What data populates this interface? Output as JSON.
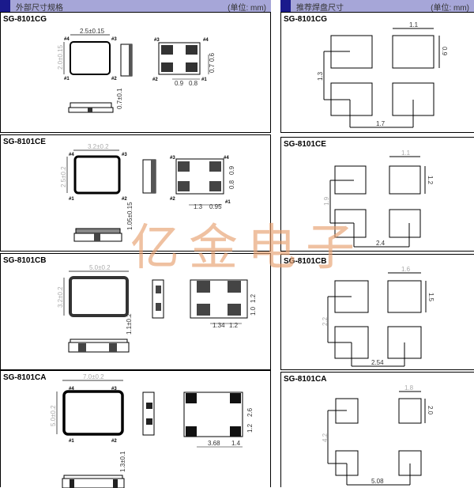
{
  "left_panel": {
    "header_title": "外部尺寸规格",
    "header_unit": "(单位: mm)",
    "sections": [
      {
        "model": "SG-8101CG",
        "width_dim": "2.5±0.15",
        "height_dim": "2.0±0.15",
        "thickness_dim": "0.7±0.1",
        "pad_dims": [
          "0.9",
          "0.8",
          "0.7",
          "0.6"
        ],
        "pins": [
          "#4",
          "#3",
          "#1",
          "#2"
        ]
      },
      {
        "model": "SG-8101CE",
        "width_dim": "3.2±0.2",
        "height_dim": "2.5±0.2",
        "thickness_dim": "1.05±0.15",
        "pad_dims": [
          "1.3",
          "0.95",
          "0.9",
          "0.8"
        ],
        "pins": [
          "#4",
          "#3",
          "#1",
          "#2"
        ]
      },
      {
        "model": "SG-8101CB",
        "width_dim": "5.0±0.2",
        "height_dim": "3.2±0.2",
        "thickness_dim": "1.1±0.2",
        "pad_dims": [
          "1.34",
          "1.2",
          "1.2",
          "1.0"
        ],
        "pins": [
          "#4",
          "#3",
          "#1",
          "#2"
        ]
      },
      {
        "model": "SG-8101CA",
        "width_dim": "7.0±0.2",
        "height_dim": "5.0±0.2",
        "thickness_dim": "1.3±0.1",
        "pad_dims": [
          "3.68",
          "1.4",
          "2.6",
          "1.2"
        ],
        "pins": [
          "#4",
          "#3",
          "#1",
          "#2"
        ]
      }
    ]
  },
  "right_panel": {
    "header_title": "推荐焊盘尺寸",
    "header_unit": "(单位: mm)",
    "sections": [
      {
        "model": "SG-8101CG",
        "pad_width": "1.1",
        "pad_height": "0.9",
        "pitch_v": "1.3",
        "pitch_h": "1.7"
      },
      {
        "model": "SG-8101CE",
        "pad_width": "1.1",
        "pad_height": "1.2",
        "pitch_v": "1.9",
        "pitch_h": "2.4"
      },
      {
        "model": "SG-8101CB",
        "pad_width": "1.6",
        "pad_height": "1.5",
        "pitch_v": "2.2",
        "pitch_h": "2.54"
      },
      {
        "model": "SG-8101CA",
        "pad_width": "1.8",
        "pad_height": "2.0",
        "pitch_v": "4.2",
        "pitch_h": "5.08"
      }
    ]
  },
  "watermark": "亿金电子",
  "colors": {
    "header_band": "#a6a6d8",
    "header_square": "#1a1a8c",
    "watermark": "#e8a070"
  }
}
